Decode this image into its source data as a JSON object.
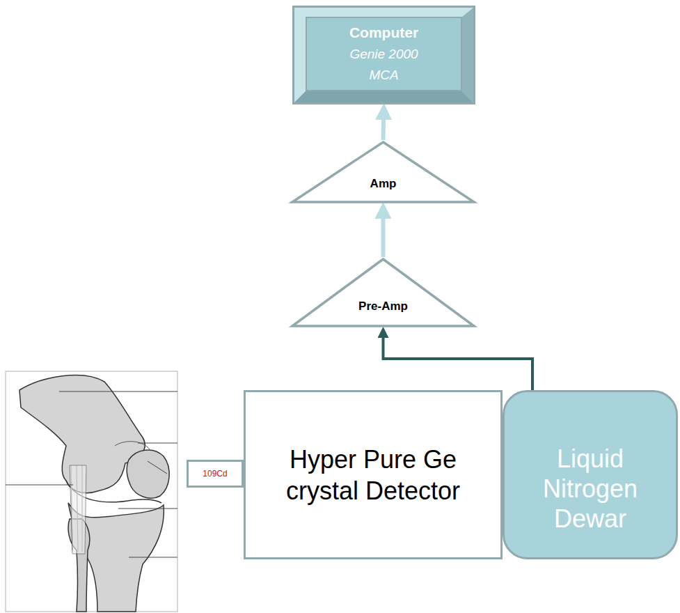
{
  "diagram": {
    "nodes": [
      {
        "text": [
          "Computer",
          "Genie 2000 MCA"
        ]
      },
      {
        "text": [
          "Amp"
        ]
      },
      {
        "text": [
          "Pre-Amp"
        ]
      },
      {
        "text": [
          "Hyper Pure Ge crystal Detector"
        ]
      },
      {
        "text": [
          "Liquid Nitrogen Dewar"
        ]
      },
      {
        "text": [
          "109Cd"
        ]
      }
    ],
    "edges": [
      {
        "from": 2,
        "to": 1,
        "arrow": "to"
      },
      {
        "from": 1,
        "to": 0,
        "arrow": "to"
      },
      {
        "from": 3,
        "to": 2,
        "arrow": "to"
      }
    ]
  }
}
